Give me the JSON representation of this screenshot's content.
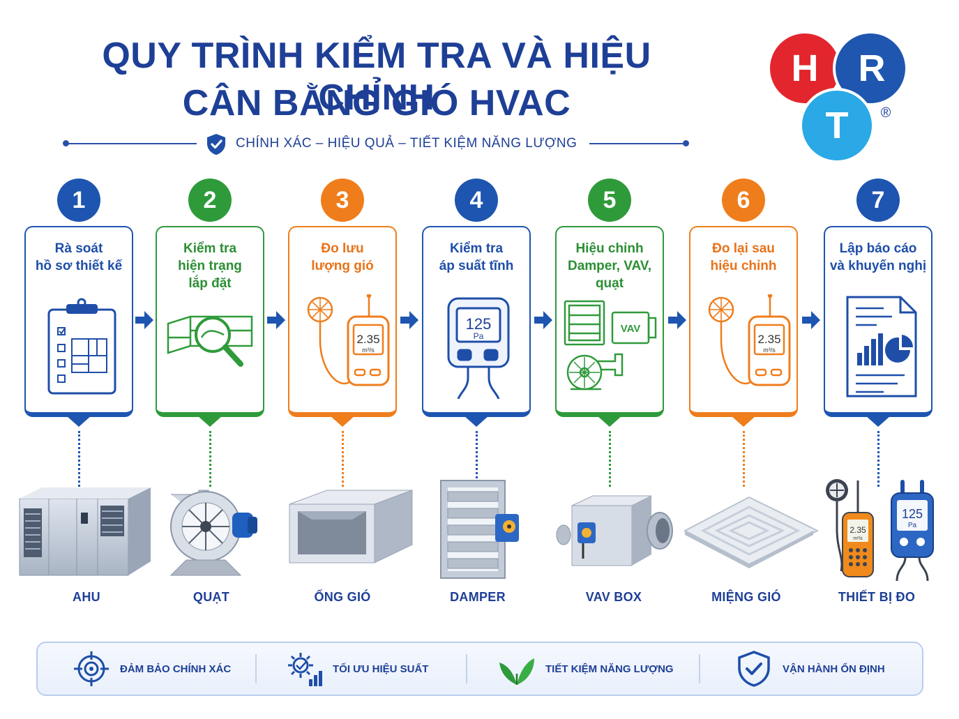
{
  "header": {
    "title_line1": "QUY TRÌNH KIỂM TRA VÀ HIỆU CHỈNH",
    "title_line2": "CÂN BẰNG GIÓ HVAC",
    "tagline": "CHÍNH XÁC  –  HIỆU QUẢ  –  TIẾT KIỆM NĂNG LƯỢNG",
    "tagline_icon": "shield-check-icon"
  },
  "logo": {
    "letters": [
      "H",
      "R",
      "T"
    ],
    "registered": "®",
    "colors": [
      "#e3262d",
      "#1e56b0",
      "#2aa9e6"
    ]
  },
  "colors": {
    "blue": "#1e55b0",
    "green": "#2f9a3a",
    "orange": "#ef7d1c",
    "navy": "#1e3f96"
  },
  "steps": [
    {
      "number": "1",
      "title": "Rà soát\nhồ sơ thiết kế",
      "color": "blue",
      "icon": "clipboard-blueprint-icon"
    },
    {
      "number": "2",
      "title": "Kiểm tra\nhiện trạng\nlắp đặt",
      "color": "green",
      "icon": "duct-magnifier-icon"
    },
    {
      "number": "3",
      "title": "Đo lưu\nlượng gió",
      "color": "orange",
      "icon": "anemometer-icon",
      "reading": "2.35",
      "unit": "m³/s"
    },
    {
      "number": "4",
      "title": "Kiểm tra\náp suất tĩnh",
      "color": "blue",
      "icon": "manometer-icon",
      "reading": "125",
      "unit": "Pa"
    },
    {
      "number": "5",
      "title": "Hiệu chỉnh\nDamper, VAV,\nquạt",
      "color": "green",
      "icon": "damper-vav-fan-icon",
      "vav_label": "VAV"
    },
    {
      "number": "6",
      "title": "Đo lại sau\nhiệu chỉnh",
      "color": "orange",
      "icon": "anemometer-icon",
      "reading": "2.35",
      "unit": "m³/s"
    },
    {
      "number": "7",
      "title": "Lập báo cáo\nvà khuyến nghị",
      "color": "blue",
      "icon": "report-chart-icon"
    }
  ],
  "equipment": [
    {
      "label": "AHU",
      "icon": "ahu-unit-icon"
    },
    {
      "label": "QUẠT",
      "icon": "centrifugal-fan-icon"
    },
    {
      "label": "ỐNG GIÓ",
      "icon": "duct-icon"
    },
    {
      "label": "DAMPER",
      "icon": "damper-icon"
    },
    {
      "label": "VAV BOX",
      "icon": "vav-box-icon"
    },
    {
      "label": "MIỆNG GIÓ",
      "icon": "air-diffuser-icon"
    },
    {
      "label": "THIẾT BỊ ĐO",
      "icon": "measuring-devices-icon",
      "readings": [
        "2.35",
        "125"
      ],
      "units": [
        "m³/s",
        "Pa"
      ]
    }
  ],
  "benefits": [
    {
      "label": "ĐẢM BẢO CHÍNH XÁC",
      "icon": "target-icon"
    },
    {
      "label": "TỐI ƯU HIỆU SUẤT",
      "icon": "gear-chart-icon"
    },
    {
      "label": "TIẾT KIỆM NĂNG LƯỢNG",
      "icon": "leaf-icon"
    },
    {
      "label": "VẬN HÀNH ỔN ĐỊNH",
      "icon": "shield-check-icon"
    }
  ]
}
